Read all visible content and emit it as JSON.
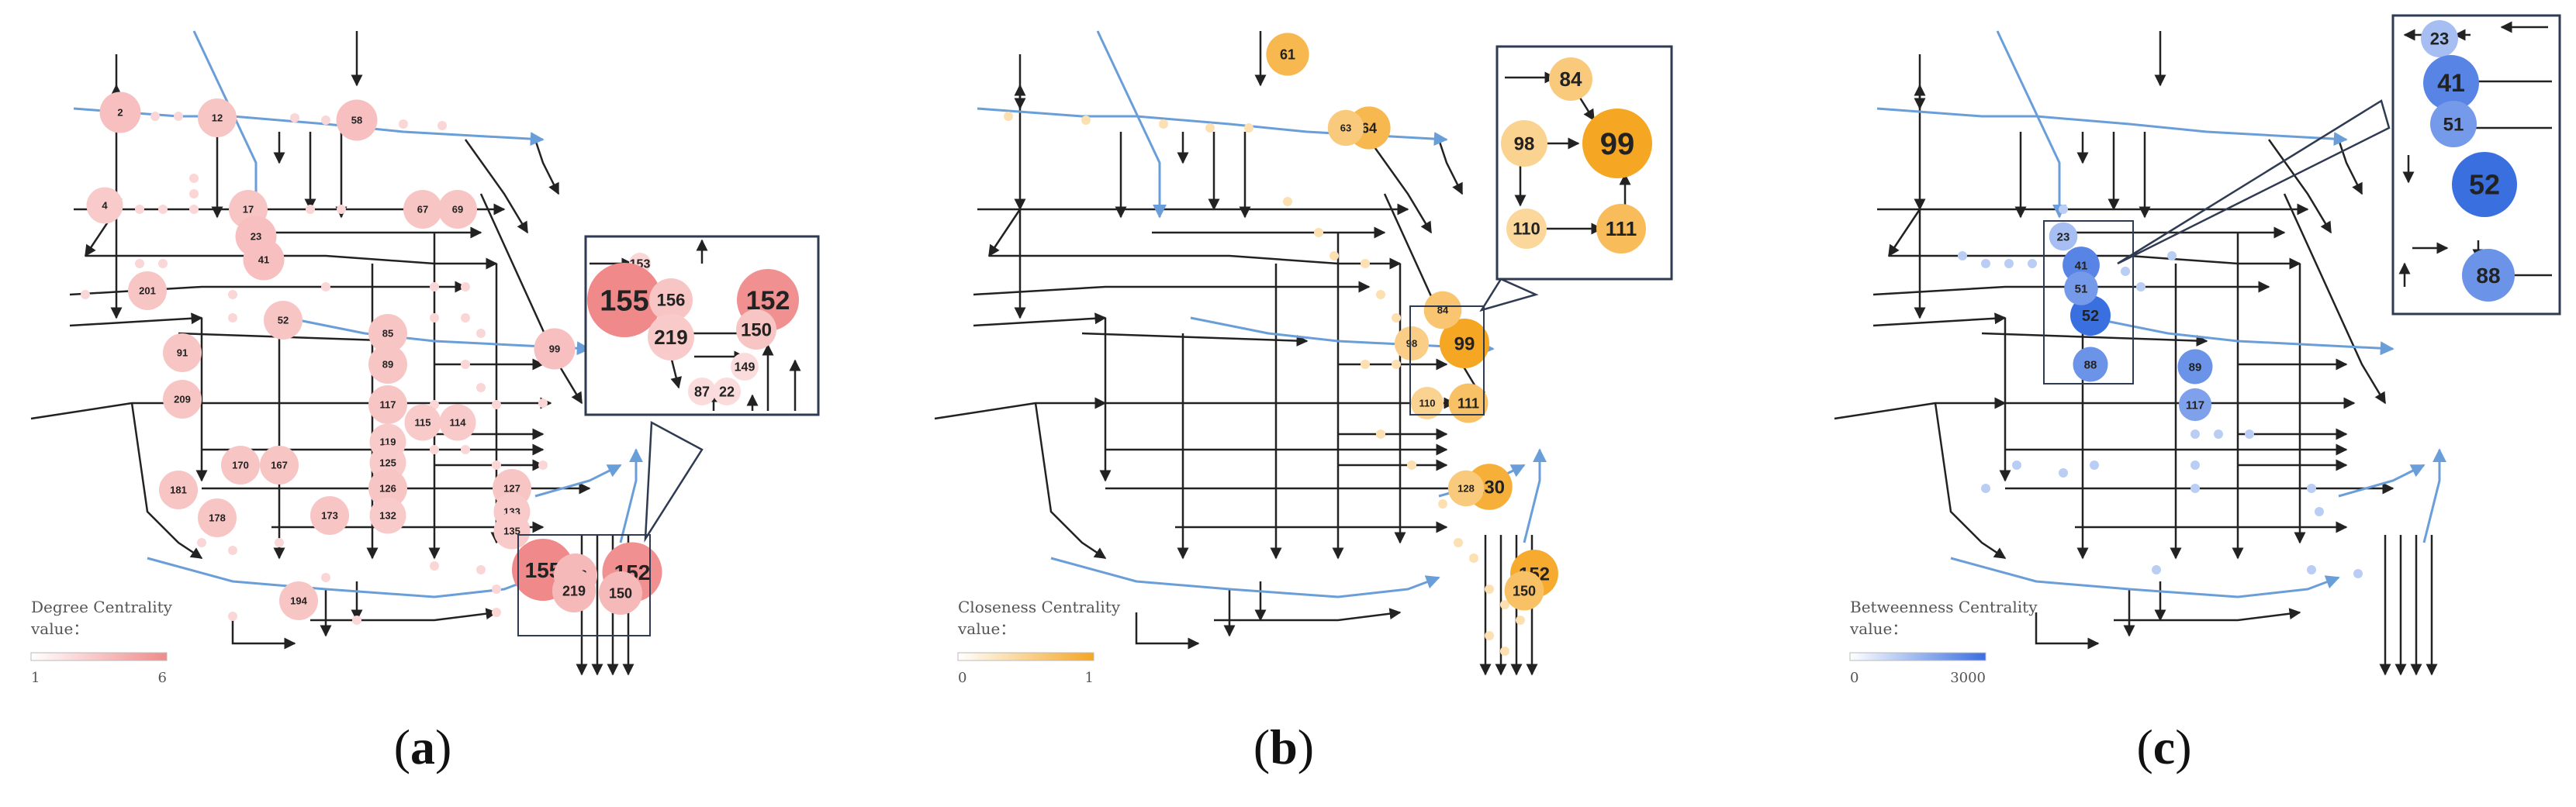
{
  "colors": {
    "degree": "#f08a8a",
    "closeness": "#f5a623",
    "betweenness": "#3a6fe0",
    "edge_black": "#222222",
    "edge_blue": "#6a9ed8",
    "inset_border": "#2f3b52"
  },
  "panels": [
    {
      "id": "a",
      "label": "a",
      "legend": {
        "title": "Degree Centrality",
        "subtitle": "value：",
        "min": "1",
        "max": "6"
      },
      "nodes": [
        {
          "id": "2",
          "v": 0.55
        },
        {
          "id": "12",
          "v": 0.5
        },
        {
          "id": "17",
          "v": 0.5
        },
        {
          "id": "23",
          "v": 0.55
        },
        {
          "id": "41",
          "v": 0.55
        },
        {
          "id": "52",
          "v": 0.5
        },
        {
          "id": "58",
          "v": 0.55
        },
        {
          "id": "67",
          "v": 0.5
        },
        {
          "id": "69",
          "v": 0.5
        },
        {
          "id": "85",
          "v": 0.5
        },
        {
          "id": "89",
          "v": 0.5
        },
        {
          "id": "91",
          "v": 0.5
        },
        {
          "id": "99",
          "v": 0.55
        },
        {
          "id": "117",
          "v": 0.5
        },
        {
          "id": "119",
          "v": 0.45
        },
        {
          "id": "125",
          "v": 0.45
        },
        {
          "id": "126",
          "v": 0.5
        },
        {
          "id": "127",
          "v": 0.5
        },
        {
          "id": "133",
          "v": 0.45
        },
        {
          "id": "135",
          "v": 0.45
        },
        {
          "id": "155",
          "v": 1.0
        },
        {
          "id": "152",
          "v": 0.95
        },
        {
          "id": "156",
          "v": 0.6
        },
        {
          "id": "150",
          "v": 0.6
        },
        {
          "id": "219",
          "v": 0.6
        },
        {
          "id": "167",
          "v": 0.5
        },
        {
          "id": "170",
          "v": 0.5
        },
        {
          "id": "173",
          "v": 0.5
        },
        {
          "id": "178",
          "v": 0.5
        },
        {
          "id": "181",
          "v": 0.5
        },
        {
          "id": "194",
          "v": 0.5
        },
        {
          "id": "201",
          "v": 0.5
        },
        {
          "id": "209",
          "v": 0.5
        },
        {
          "id": "115",
          "v": 0.45
        },
        {
          "id": "114",
          "v": 0.45
        },
        {
          "id": "4",
          "v": 0.45
        },
        {
          "id": "132",
          "v": 0.45
        }
      ],
      "inset": {
        "nodes": [
          "153",
          "155",
          "156",
          "152",
          "219",
          "150",
          "149",
          "87",
          "22"
        ]
      }
    },
    {
      "id": "b",
      "label": "b",
      "legend": {
        "title": "Closeness Centrality",
        "subtitle": "value：",
        "min": "0",
        "max": "1"
      },
      "nodes": [
        {
          "id": "61",
          "v": 0.8
        },
        {
          "id": "64",
          "v": 0.8
        },
        {
          "id": "99",
          "v": 1.0
        },
        {
          "id": "130",
          "v": 0.9
        },
        {
          "id": "152",
          "v": 0.95
        },
        {
          "id": "111",
          "v": 0.7
        },
        {
          "id": "84",
          "v": 0.65
        },
        {
          "id": "63",
          "v": 0.6
        },
        {
          "id": "150",
          "v": 0.7
        },
        {
          "id": "128",
          "v": 0.6
        },
        {
          "id": "98",
          "v": 0.55
        },
        {
          "id": "110",
          "v": 0.5
        }
      ],
      "inset": {
        "nodes": [
          "84",
          "99",
          "98",
          "110",
          "111"
        ]
      }
    },
    {
      "id": "c",
      "label": "c",
      "legend": {
        "title": "Betweenness Centrality",
        "subtitle": "value：",
        "min": "0",
        "max": "3000"
      },
      "nodes": [
        {
          "id": "41",
          "v": 0.85
        },
        {
          "id": "52",
          "v": 1.0
        },
        {
          "id": "51",
          "v": 0.7
        },
        {
          "id": "88",
          "v": 0.75
        },
        {
          "id": "89",
          "v": 0.75
        },
        {
          "id": "117",
          "v": 0.65
        },
        {
          "id": "23",
          "v": 0.45
        }
      ],
      "inset": {
        "nodes": [
          "23",
          "41",
          "51",
          "52",
          "88"
        ]
      }
    }
  ]
}
